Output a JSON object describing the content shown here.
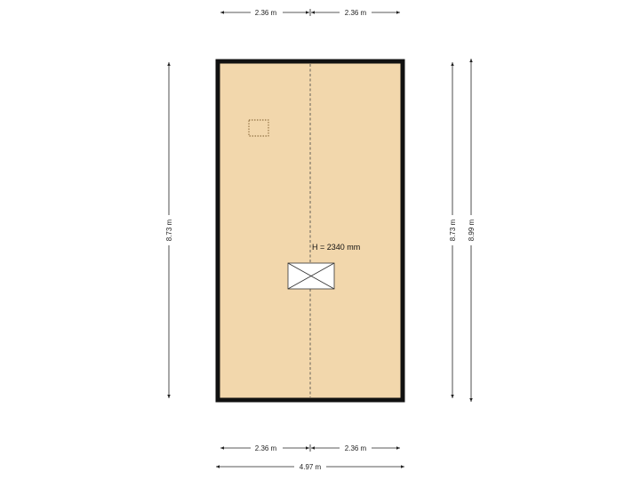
{
  "colors": {
    "floor_fill": "#f2d7ac",
    "wall": "#111111",
    "dimension_line": "#222222",
    "background": "#ffffff"
  },
  "room": {
    "ceiling_height_label": "H = 2340 mm"
  },
  "dimensions": {
    "top_left": "2.36 m",
    "top_right": "2.36 m",
    "bottom_left": "2.36 m",
    "bottom_right": "2.36 m",
    "bottom_total": "4.97 m",
    "left_height": "8.73 m",
    "right_inner_height": "8.73 m",
    "right_outer_height": "8.99 m"
  },
  "symbols": {
    "stair_opening": "stair-opening-cross",
    "small_element": "dashed-rectangle"
  }
}
